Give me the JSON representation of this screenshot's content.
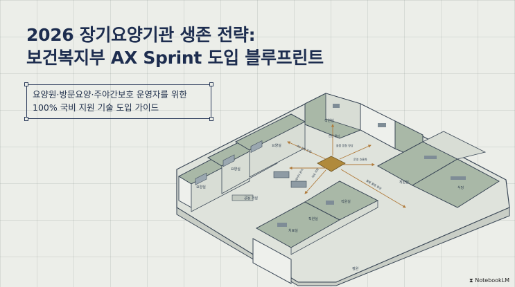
{
  "title": {
    "line1": "2026 장기요양기관 생존 전략:",
    "line2": "보건복지부 AX Sprint 도입 블루프린트"
  },
  "subtitle": {
    "line1": "요양원·방문요양·주야간보호 운영자를 위한",
    "line2": "100% 국비 지원 기술 도입 가이드"
  },
  "floorplan": {
    "rooms": {
      "yoyang1": "요양실",
      "yoyang2": "요양실",
      "yoyang3": "요양실",
      "staff1": "직원실",
      "staff2": "직원실",
      "staff3": "직원실",
      "staff4": "직원실",
      "lounge": "공동 거실",
      "treatment": "치료실",
      "dining": "식당",
      "garden": "정원"
    },
    "arrows": {
      "ax": "AX 기술 도입",
      "manage": "운영 효율화",
      "budget": "국비 지원",
      "care": "돌봄 품질 향상",
      "safety": "안전 관리",
      "service": "돌봄 품질 향상",
      "dx": "데이터 관리"
    }
  },
  "brand": {
    "name": "NotebookLM"
  }
}
